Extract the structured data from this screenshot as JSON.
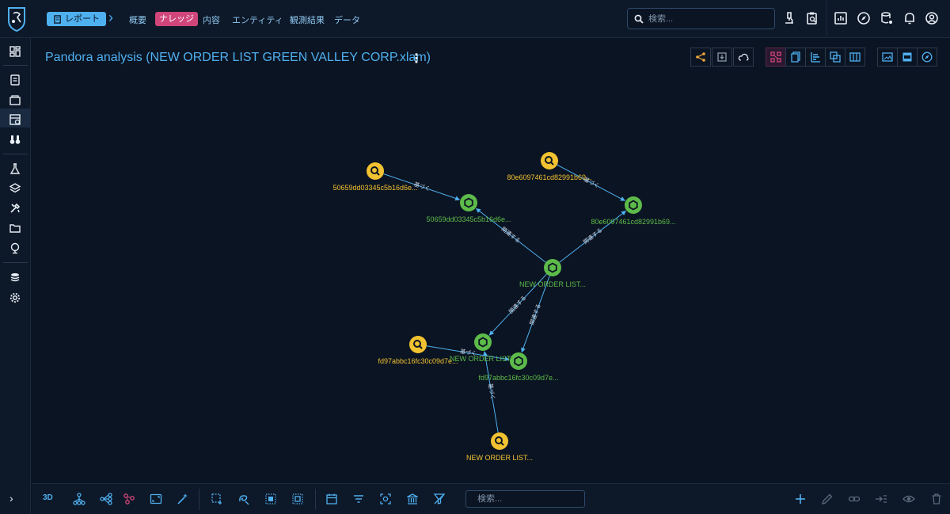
{
  "header": {
    "crumb_report": "レポート",
    "nav": [
      "概要",
      "ナレッジ",
      "内容",
      "エンティティ",
      "観測結果",
      "データ"
    ],
    "active_nav": "ナレッジ",
    "search_placeholder": "検索..."
  },
  "page": {
    "title": "Pandora analysis (NEW ORDER LIST GREEN VALLEY CORP.xlam)"
  },
  "graph": {
    "nodes": [
      {
        "id": "y1",
        "label": "50659dd03345c5b16d6e...",
        "kind": "observable"
      },
      {
        "id": "g1",
        "label": "50659dd03345c5b16d6e...",
        "kind": "entity"
      },
      {
        "id": "y2",
        "label": "80e6097461cd82991b69...",
        "kind": "observable"
      },
      {
        "id": "g2",
        "label": "80e6097461cd82991b69...",
        "kind": "entity"
      },
      {
        "id": "gc",
        "label": "NEW ORDER LIST...",
        "kind": "entity"
      },
      {
        "id": "y3",
        "label": "fd97abbc16fc30c09d7e...",
        "kind": "observable"
      },
      {
        "id": "g3",
        "label": "NEW ORDER LIST...",
        "kind": "entity"
      },
      {
        "id": "g4",
        "label": "fd97abbc16fc30c09d7e...",
        "kind": "entity"
      },
      {
        "id": "y4",
        "label": "NEW ORDER LIST...",
        "kind": "observable"
      }
    ],
    "edges": [
      {
        "from": "y1",
        "to": "g1",
        "label": "基づく"
      },
      {
        "from": "y2",
        "to": "g2",
        "label": "基づく"
      },
      {
        "from": "gc",
        "to": "g1",
        "label": "関連する"
      },
      {
        "from": "gc",
        "to": "g2",
        "label": "関連する"
      },
      {
        "from": "gc",
        "to": "g3",
        "label": "関連する"
      },
      {
        "from": "gc",
        "to": "g4",
        "label": "関連する"
      },
      {
        "from": "y3",
        "to": "g4",
        "label": "基づく"
      },
      {
        "from": "y4",
        "to": "g3",
        "label": "基づく"
      }
    ]
  },
  "bottom": {
    "label_3d": "3D",
    "search_placeholder": "検索..."
  },
  "colors": {
    "accent": "#4fb0f0",
    "active_tab": "#d0467a",
    "observable": "#f2c231",
    "entity": "#5dbb4a"
  }
}
